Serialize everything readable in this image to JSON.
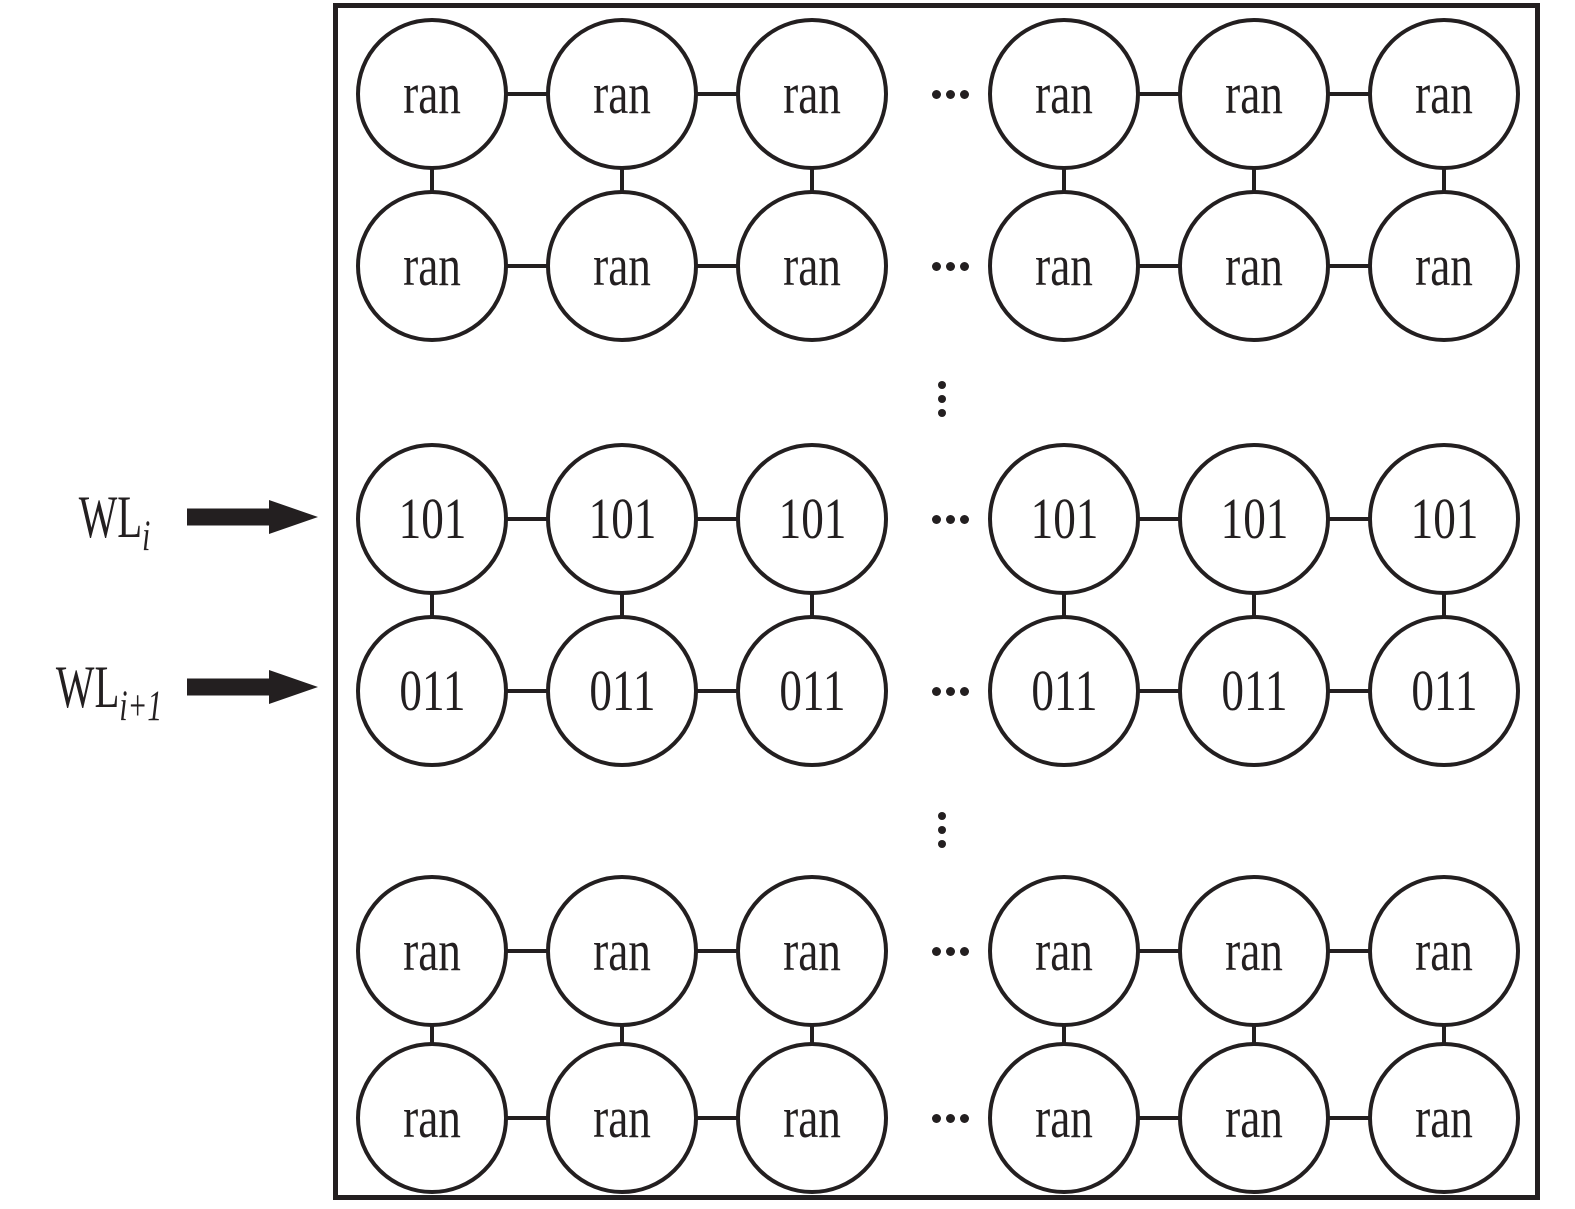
{
  "colors": {
    "ink": "#231f20",
    "background": "#ffffff"
  },
  "figure": {
    "wordlines": [
      {
        "base": "WL",
        "subscript": "i",
        "arrow_icon": "thick-right-arrow"
      },
      {
        "base": "WL",
        "subscript": "i+1",
        "arrow_icon": "thick-right-arrow"
      }
    ],
    "rows": [
      {
        "cells": [
          "ran",
          "ran",
          "ran",
          "ran",
          "ran",
          "ran"
        ]
      },
      {
        "cells": [
          "ran",
          "ran",
          "ran",
          "ran",
          "ran",
          "ran"
        ]
      },
      {
        "cells": [
          "101",
          "101",
          "101",
          "101",
          "101",
          "101"
        ]
      },
      {
        "cells": [
          "011",
          "011",
          "011",
          "011",
          "011",
          "011"
        ]
      },
      {
        "cells": [
          "ran",
          "ran",
          "ran",
          "ran",
          "ran",
          "ran"
        ]
      },
      {
        "cells": [
          "ran",
          "ran",
          "ran",
          "ran",
          "ran",
          "ran"
        ]
      }
    ],
    "ellipsis": {
      "horizontal_icon": "midline-ellipsis",
      "vertical_icon": "vertical-ellipsis"
    }
  }
}
